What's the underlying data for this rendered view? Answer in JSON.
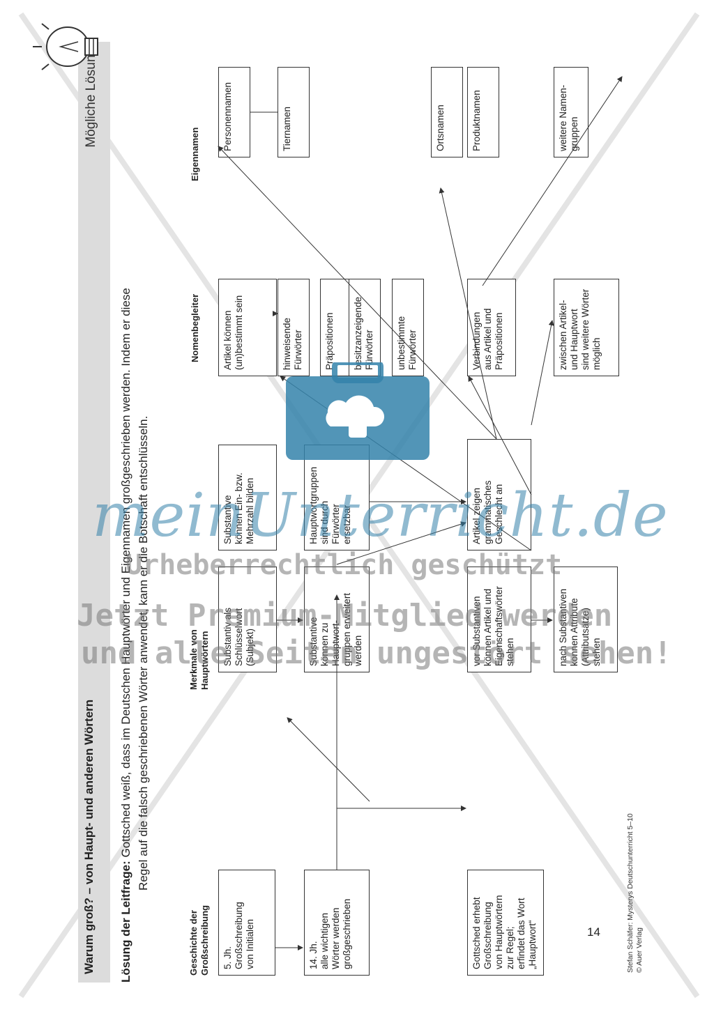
{
  "header": {
    "title": "Warum groß? – von Haupt- und anderen Wörtern",
    "right_label": "Mögliche Lösung"
  },
  "lead": {
    "label": "Lösung der Leitfrage:",
    "line1": "Gottsched weiß, dass im Deutschen Hauptwörter und Eigennamen großgeschrieben werden. Indem er diese",
    "line2": "Regel auf die falsch geschriebenen Wörter anwendet, kann er die Botschaft entschlüsseln."
  },
  "columns": {
    "geschichte": "Geschichte der\nGroßschreibung",
    "merkmale": "Merkmale von\nHauptwörtern",
    "nomenbegleiter": "Nomenbegleiter",
    "eigennamen": "Eigennamen"
  },
  "boxes": {
    "g1": "5. Jh.\nGroßschreibung\nvon Initialen",
    "g2": "14. Jh.\nalle wichtigen\nWörter werden\ngroßgeschrieben",
    "g3": "Gottsched erhebt\nGroßschreibung\nvon Hauptwörtern\nzur Regel;\nerfindet das Wort\n„Hauptwort“",
    "m1": "Substantiv als\nSchlüsselwort\n(Subjekt)",
    "m2": "Substantive\nkönnen Ein- bzw.\nMehrzahl bilden",
    "m3": "Substantive\nkönnen zu\nHauptwort-\ngruppen erweitert\nwerden",
    "m4": "Hauptwortgruppen\nsind durch\nFürwörter\nersetzbar",
    "m5": "vor Substantiven\nkönnen Artikel und\nEigenschaftswörter\nstehen",
    "m6": "Artikel zeigen\ngrammatisches\nGeschlecht an",
    "m7": "nach Substantiven\nkönnen Attribute\n(Attributsätze)\nstehen",
    "n1": "Artikel können\n(un)bestimmt sein",
    "n2": "hinweisende\nFürwörter",
    "n3": "Präpositionen",
    "n4": "besitzanzeigende\nFürwörter",
    "n5": "unbestimmte\nFürwörter",
    "n6": "Verbindungen\naus Artikel und\nPräpositionen",
    "n7": "zwischen Artikel-\nund Hauptwort\nsind weitere Wörter\nmöglich",
    "e1": "Personennamen",
    "e2": "Tiernamen",
    "e3": "Ortsnamen",
    "e4": "Produktnamen",
    "e5": "weitere Namen-\ngruppen"
  },
  "footer": {
    "credit": "Stefan Schäfer: Mysterys Deutschunterricht 5–10\n© Auer Verlag",
    "page_number": "14"
  },
  "watermark": {
    "logo": "meinUnterricht.de",
    "line1": "Urheberrechtlich geschützt",
    "line2": "Jetzt Premium-Mitglied werden",
    "line3": "und alle Seiten ungestört sehen!"
  },
  "colors": {
    "header_bg": "#dcdcdc",
    "box_border": "#333333",
    "watermark_blue": "#3482aa",
    "watermark_gray": "#787878"
  }
}
